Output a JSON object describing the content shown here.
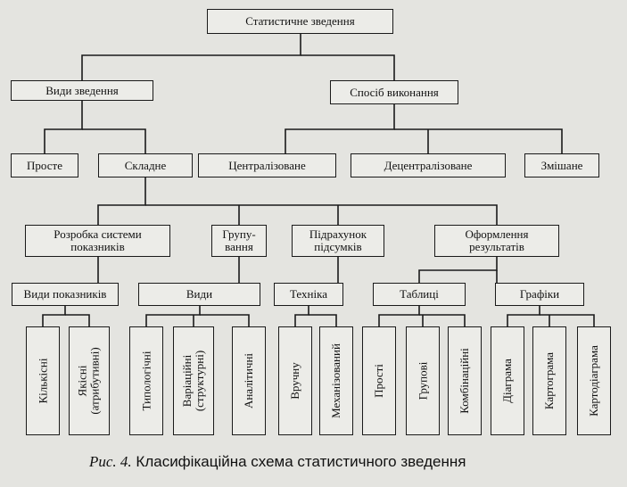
{
  "nodes": {
    "root": "Статистичне зведення",
    "types": "Види зведення",
    "method": "Спосіб виконання",
    "simple": "Просте",
    "complex": "Складне",
    "centralized": "Централізоване",
    "decentralized": "Децентралізоване",
    "mixed": "Змішане",
    "indicators_system": "Розробка системи\nпоказників",
    "grouping": "Групу-\nвання",
    "totals": "Підрахунок\nпідсумків",
    "results": "Оформлення\nрезультатів",
    "indicator_types": "Види показників",
    "kinds": "Види",
    "technique": "Техніка",
    "tables": "Таблиці",
    "graphs": "Графіки",
    "quantitative": "Кількісні",
    "qualitative": "Якісні\n(атрибутивні)",
    "typological": "Типологічні",
    "variational": "Варіаційні\n(структурні)",
    "analytical": "Аналітичні",
    "manual": "Вручну",
    "mechanized": "Механізований",
    "simple_tables": "Прості",
    "group_tables": "Групові",
    "combined_tables": "Комбінаційні",
    "diagram": "Діаграма",
    "cartogram": "Картограма",
    "cartodiagram": "Картодіаграма"
  },
  "caption": {
    "prefix": "Рис. 4.",
    "text": " Класифікаційна схема статистичного зведення"
  }
}
